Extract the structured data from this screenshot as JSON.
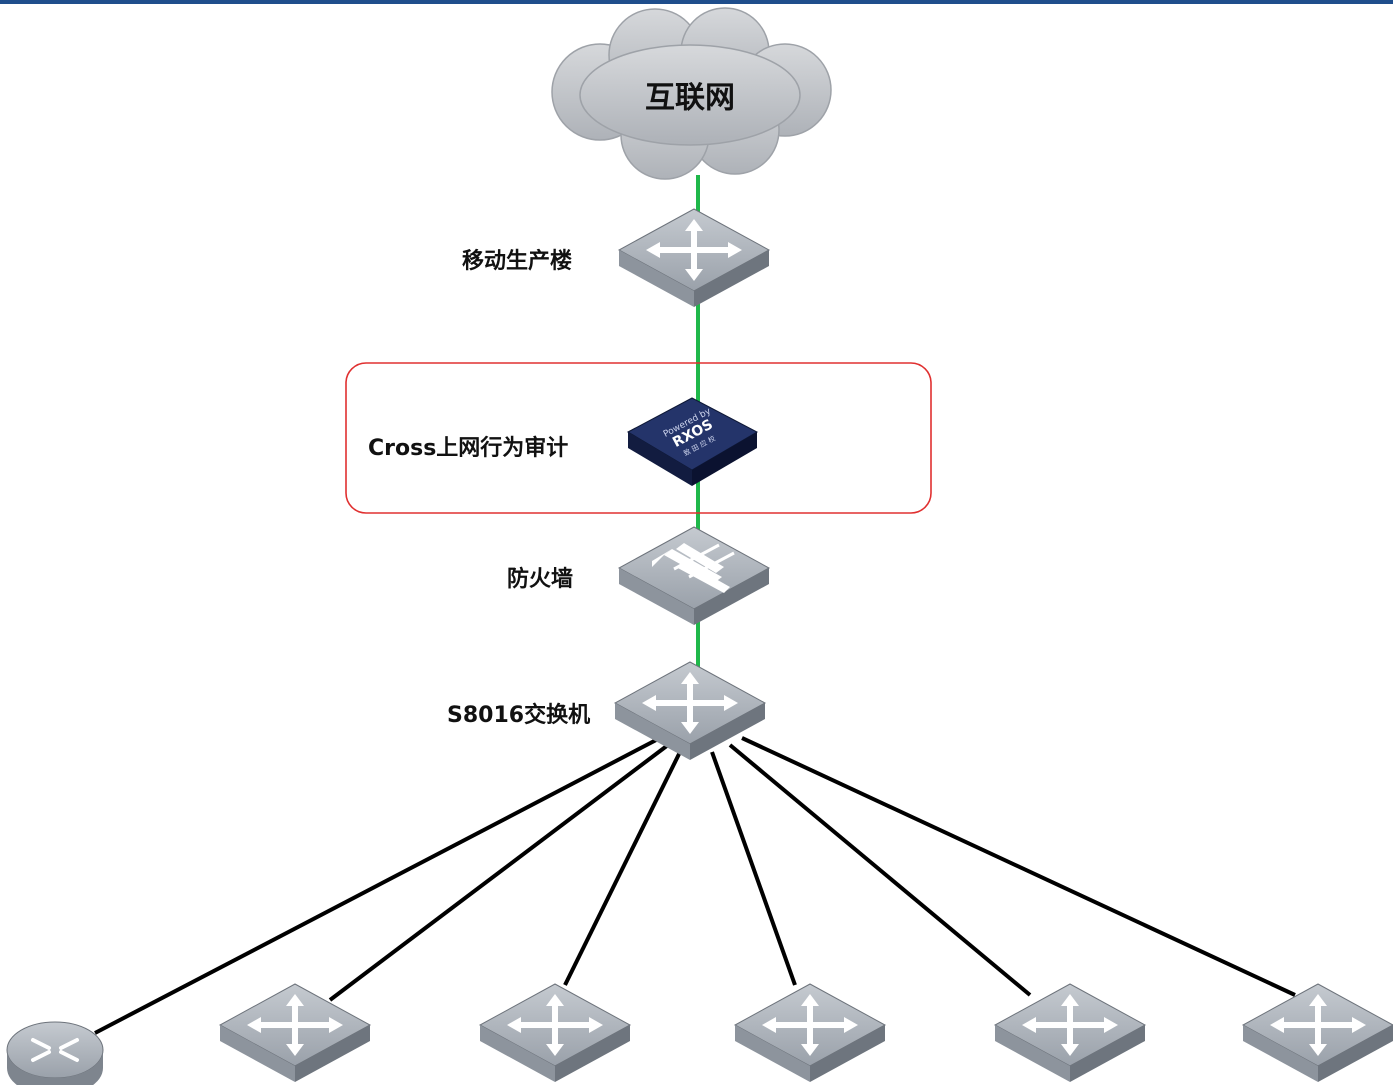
{
  "nodes": {
    "internet": {
      "label": "互联网"
    },
    "mobile_building": {
      "label": "移动生产楼"
    },
    "audit": {
      "label": "Cross上网行为审计",
      "badge_line1": "Powered by",
      "badge_brand": "RXOS",
      "badge_line2": "致 田 应 校"
    },
    "firewall": {
      "label": "防火墙"
    },
    "core_switch": {
      "label": "S8016交换机"
    }
  },
  "colors": {
    "uplink": "#1fb84a",
    "downlink": "#000000",
    "highlight_box": "#e03030",
    "header_bar": "#1f4e8c",
    "cloud": "#c6c8cc",
    "device_top": "#aeb4bc",
    "device_side": "#7c838c",
    "audit_device": "#1d2b5c"
  },
  "icons": [
    "cloud-icon",
    "switch-icon",
    "firewall-icon",
    "audit-device-icon",
    "router-icon"
  ]
}
